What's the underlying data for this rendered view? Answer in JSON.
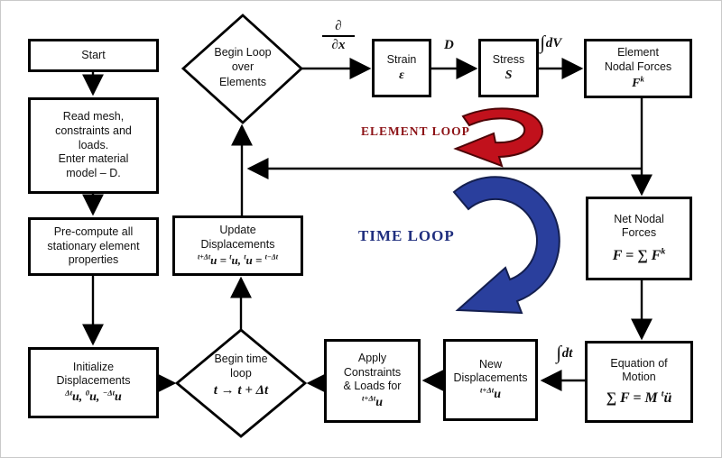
{
  "colors": {
    "element_loop_text": "#8c1216",
    "element_loop_fill": "#c1111c",
    "element_loop_stroke": "#4d0406",
    "time_loop_text": "#1f2e7e",
    "time_loop_fill": "#2a3f9d",
    "time_loop_stroke": "#141f4f",
    "wire": "#000000",
    "box_border": "#000000"
  },
  "nodes": {
    "start": {
      "label": "Start"
    },
    "read_mesh": {
      "lines": [
        "Read mesh,",
        "constraints and",
        "loads.",
        "Enter material",
        "model – D."
      ]
    },
    "precompute": {
      "lines": [
        "Pre-compute all",
        "stationary element",
        "properties"
      ]
    },
    "initialize": {
      "lines": [
        "Initialize",
        "Displacements"
      ],
      "math": "^{Δt}u, ^{0}u, ^{−Δt}u"
    },
    "begin_elements": {
      "lines": [
        "Begin Loop",
        "over",
        "Elements"
      ]
    },
    "strain": {
      "label": "Strain",
      "symbol": "ε"
    },
    "stress": {
      "label": "Stress",
      "symbol": "S"
    },
    "element_forces": {
      "lines": [
        "Element",
        "Nodal Forces"
      ],
      "math": "F^{k}"
    },
    "net_forces": {
      "lines": [
        "Net Nodal",
        "Forces"
      ],
      "math": "F = ∑ F^{k}"
    },
    "eq_motion": {
      "lines": [
        "Equation of",
        "Motion"
      ],
      "math": "∑ F = M ^{t}ü"
    },
    "new_disp": {
      "lines": [
        "New",
        "Displacements"
      ],
      "math": "^{t+Δt}u"
    },
    "apply": {
      "lines": [
        "Apply",
        "Constraints",
        "& Loads for"
      ],
      "math": "^{t+Δt}u"
    },
    "begin_time": {
      "lines": [
        "Begin time",
        "loop"
      ],
      "math": "t → t + Δt"
    },
    "update": {
      "lines": [
        "Update",
        "Displacements"
      ],
      "math": "^{t+Δt}u = ^{t}u,  ^{t}u = ^{t−Δt}"
    }
  },
  "edge_labels": {
    "ddx_num": "∂",
    "ddx_den": "∂x",
    "d": "D",
    "dv_int": "∫",
    "dv": "dV",
    "dt_int": "∫",
    "dt": "dt"
  },
  "loops": {
    "element": {
      "label": "ELEMENT LOOP"
    },
    "time": {
      "label": "TIME LOOP"
    }
  }
}
